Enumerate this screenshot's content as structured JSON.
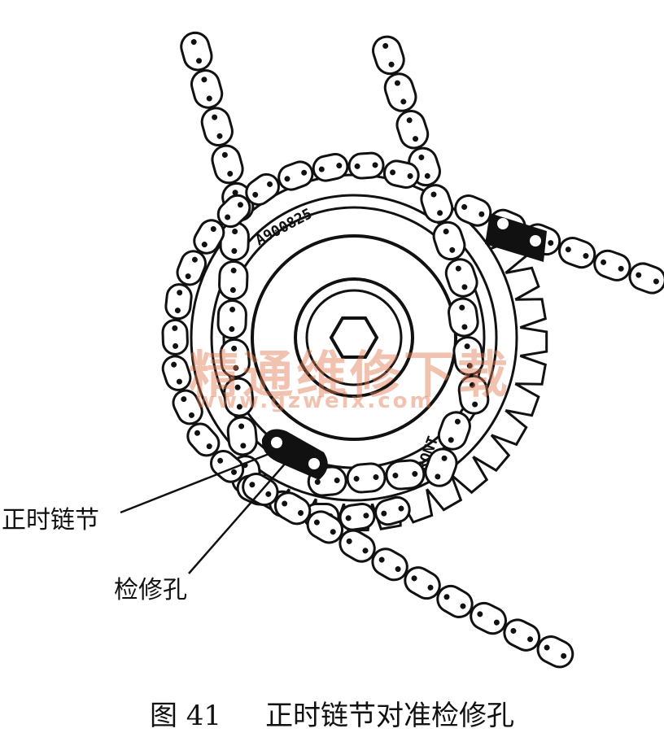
{
  "labels": {
    "timing_link": "正时链节",
    "inspection_hole": "检修孔"
  },
  "sprocket_markings": {
    "top": "A900825",
    "front": "FRONT"
  },
  "caption": {
    "figure_no": "图 41",
    "title": "正时链节对准检修孔"
  },
  "watermark": {
    "text": "精通维修下载",
    "url": "www.gzweix.com",
    "color": "#e17850"
  },
  "colors": {
    "ink": "#111111",
    "background": "#ffffff"
  }
}
